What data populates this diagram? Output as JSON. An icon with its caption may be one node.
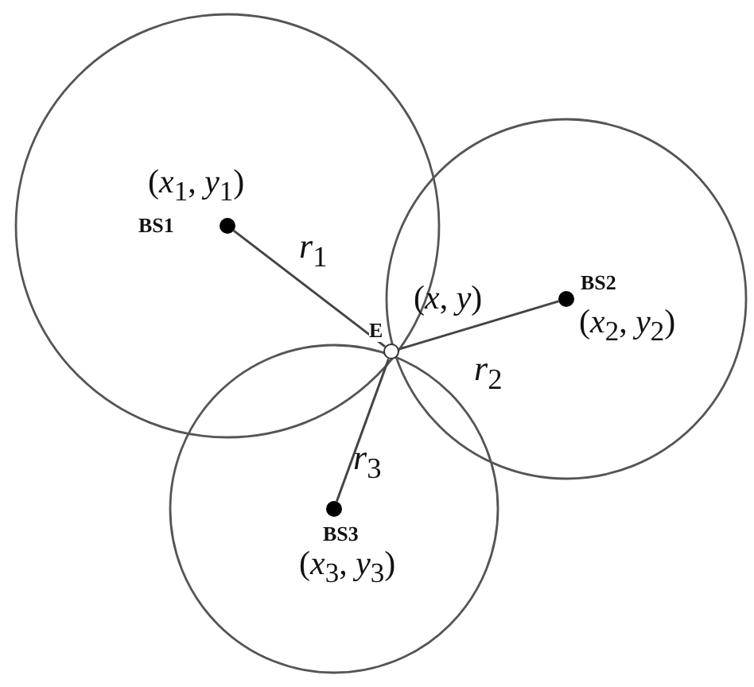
{
  "diagram": {
    "nodes": [
      {
        "text": [
          "BS1"
        ],
        "beside": [
          "(*x*$_{1}$, *y*$_{1}$)"
        ]
      },
      {
        "text": [
          "BS2"
        ],
        "beside": [
          "(*x*$_{2}$, *y*$_{2}$)"
        ]
      },
      {
        "text": [
          "BS3"
        ],
        "beside": [
          "(*x*$_{3}$, *y*$_{3}$)"
        ]
      },
      {
        "text": [
          "E"
        ],
        "beside": [
          "(*x*, *y*)"
        ]
      }
    ],
    "edges": [
      {
        "from": 0,
        "to": 3,
        "arrow": "none",
        "label": "*r*$_{1}$"
      },
      {
        "from": 1,
        "to": 3,
        "arrow": "none",
        "label": "*r*$_{2}$"
      },
      {
        "from": 2,
        "to": 3,
        "arrow": "none",
        "label": "*r*$_{3}$"
      }
    ]
  }
}
